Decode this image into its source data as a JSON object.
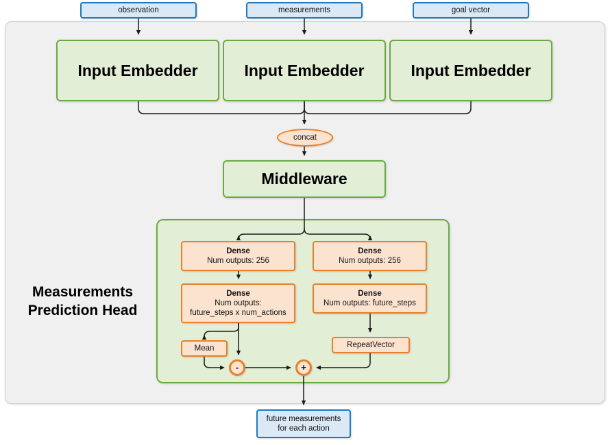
{
  "diagram": {
    "title": "Measurements Prediction Head",
    "section_label_line1": "Measurements",
    "section_label_line2": "Prediction Head",
    "colors": {
      "outer_frame_fill": "#f0f0f0",
      "outer_frame_border": "#cfcfcf",
      "green_fill": "#e3eed6",
      "green_border": "#6aaa43",
      "blue_fill": "#dbe8f5",
      "blue_border": "#1f78c1",
      "orange_fill": "#fce3d0",
      "orange_border": "#e8802a",
      "arrow": "#1a1a1a",
      "text": "#111111"
    }
  },
  "inputs": [
    {
      "label": "observation"
    },
    {
      "label": "measurements"
    },
    {
      "label": "goal vector"
    }
  ],
  "embedders": [
    {
      "label": "Input Embedder"
    },
    {
      "label": "Input Embedder"
    },
    {
      "label": "Input Embedder"
    }
  ],
  "concat": {
    "label": "concat"
  },
  "middleware": {
    "label": "Middleware"
  },
  "head": {
    "dense_left_1": {
      "title": "Dense",
      "line2": "Num outputs: 256"
    },
    "dense_left_2": {
      "title": "Dense",
      "line2": "Num outputs:",
      "line3": "future_steps x num_actions"
    },
    "dense_right_1": {
      "title": "Dense",
      "line2": "Num outputs: 256"
    },
    "dense_right_2": {
      "title": "Dense",
      "line2": "Num outputs: future_steps"
    },
    "mean": {
      "label": "Mean"
    },
    "repeat_vector": {
      "label": "RepeatVector"
    },
    "op_subtract": {
      "label": "-"
    },
    "op_add": {
      "label": "+"
    }
  },
  "output": {
    "line1": "future measurements",
    "line2": "for each action"
  }
}
